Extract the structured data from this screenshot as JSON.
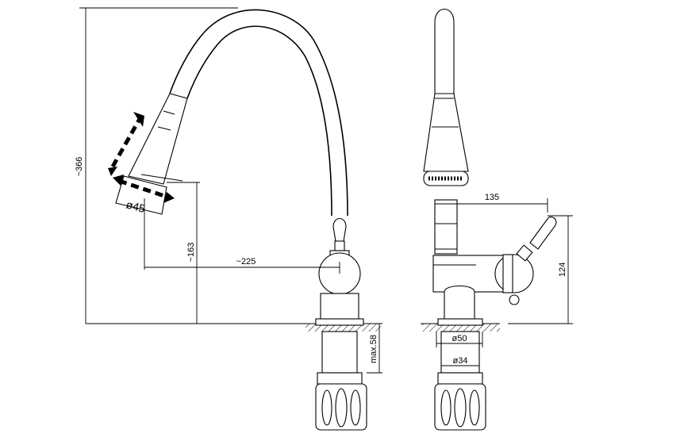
{
  "dimensions": {
    "height_total": "~366",
    "spout_height": "~163",
    "reach": "~225",
    "head_diameter": "ø45",
    "max_thickness": "max.58",
    "side_reach": "135",
    "lever_height": "124",
    "base_diameter": "ø50",
    "shank_diameter": "ø34"
  }
}
